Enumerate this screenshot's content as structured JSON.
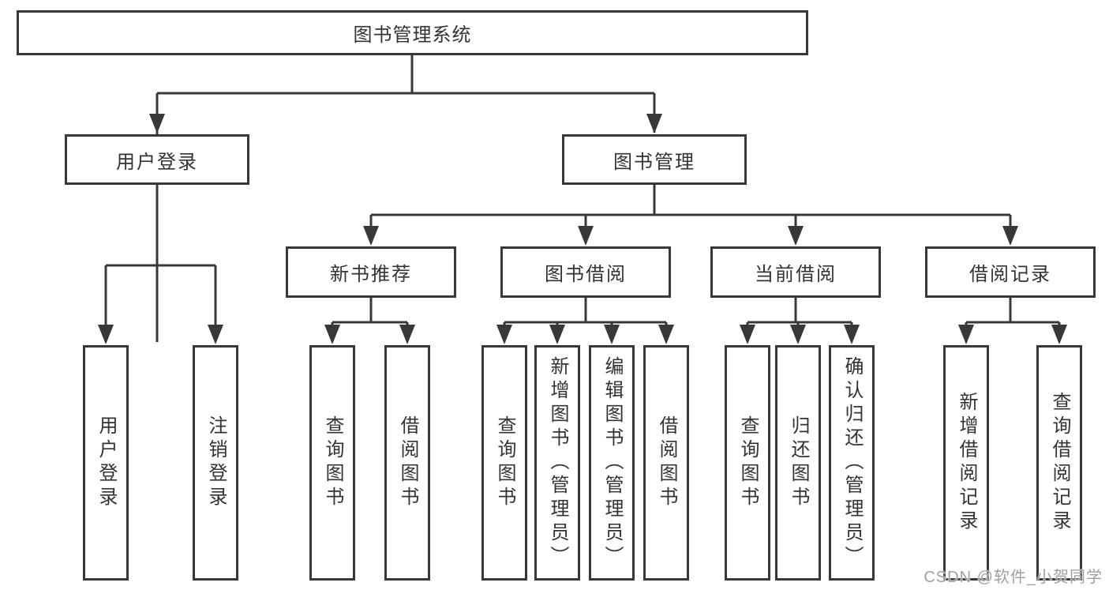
{
  "diagram": {
    "tree": {
      "root": {
        "label": "图书管理系统"
      },
      "branches": [
        {
          "label": "用户登录",
          "children": [
            {
              "label": "用户登录"
            },
            {
              "label": "注销登录"
            }
          ]
        },
        {
          "label": "图书管理",
          "children": [
            {
              "label": "新书推荐",
              "children": [
                {
                  "label": "查询图书"
                },
                {
                  "label": "借阅图书"
                }
              ]
            },
            {
              "label": "图书借阅",
              "children": [
                {
                  "label": "查询图书"
                },
                {
                  "label": "新增图书（管理员）"
                },
                {
                  "label": "编辑图书（管理员）"
                },
                {
                  "label": "借阅图书"
                }
              ]
            },
            {
              "label": "当前借阅",
              "children": [
                {
                  "label": "查询图书"
                },
                {
                  "label": "归还图书"
                },
                {
                  "label": "确认归还（管理员）"
                }
              ]
            },
            {
              "label": "借阅记录",
              "children": [
                {
                  "label": "新增借阅记录"
                },
                {
                  "label": "查询借阅记录"
                }
              ]
            }
          ]
        }
      ]
    },
    "watermark": "CSDN @软件_小贺同学",
    "colors": {
      "line": "#383838",
      "text": "#333333",
      "background": "#ffffff",
      "watermark": "#a0a0a0"
    }
  }
}
